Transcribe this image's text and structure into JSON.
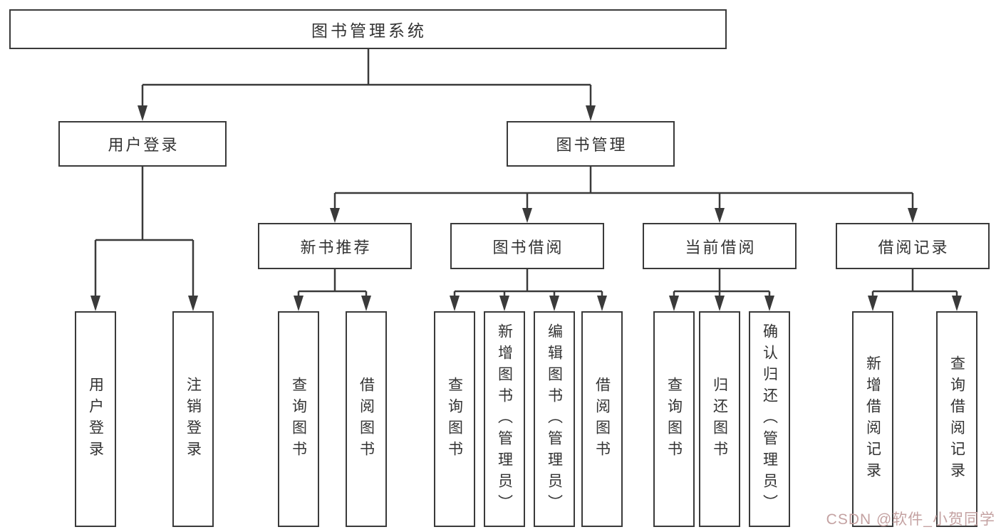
{
  "diagram": {
    "tree": {
      "root": {
        "label": "图书管理系统"
      },
      "branches": [
        {
          "label": "用户登录",
          "children": [
            {
              "label": "用户登录"
            },
            {
              "label": "注销登录"
            }
          ]
        },
        {
          "label": "图书管理",
          "children": [
            {
              "label": "新书推荐",
              "children": [
                {
                  "label": "查询图书"
                },
                {
                  "label": "借阅图书"
                }
              ]
            },
            {
              "label": "图书借阅",
              "children": [
                {
                  "label": "查询图书"
                },
                {
                  "label": "新增图书（管理员）"
                },
                {
                  "label": "编辑图书（管理员）"
                },
                {
                  "label": "借阅图书"
                }
              ]
            },
            {
              "label": "当前借阅",
              "children": [
                {
                  "label": "查询图书"
                },
                {
                  "label": "归还图书"
                },
                {
                  "label": "确认归还（管理员）"
                }
              ]
            },
            {
              "label": "借阅记录",
              "children": [
                {
                  "label": "新增借阅记录"
                },
                {
                  "label": "查询借阅记录"
                }
              ]
            }
          ]
        }
      ]
    },
    "watermark": {
      "text": "CSDN @软件_小贺同学"
    },
    "colors": {
      "line": "#3a3a3a",
      "box_border": "#3a3a3a",
      "text": "#333333",
      "background": "#ffffff",
      "watermark": "#c4a2a2"
    }
  }
}
